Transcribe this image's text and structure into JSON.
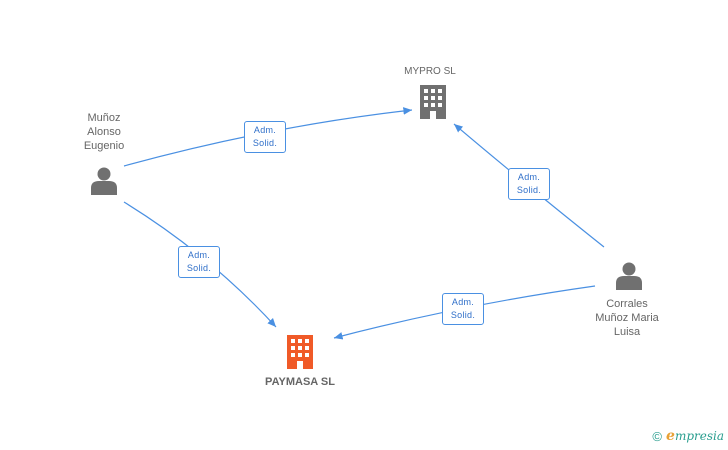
{
  "nodes": {
    "mypro": {
      "label": "MYPRO SL",
      "type": "company",
      "color": "#707070"
    },
    "paymasa": {
      "label": "PAYMASA SL",
      "type": "company",
      "color": "#f05a28"
    },
    "munoz": {
      "label": "Muñoz\nAlonso\nEugenio",
      "type": "person",
      "color": "#707070"
    },
    "corrales": {
      "label": "Corrales\nMuñoz Maria\nLuisa",
      "type": "person",
      "color": "#707070"
    }
  },
  "edges": [
    {
      "from": "munoz",
      "to": "mypro",
      "label": "Adm.\nSolid."
    },
    {
      "from": "munoz",
      "to": "paymasa",
      "label": "Adm.\nSolid."
    },
    {
      "from": "corrales",
      "to": "mypro",
      "label": "Adm.\nSolid."
    },
    {
      "from": "corrales",
      "to": "paymasa",
      "label": "Adm.\nSolid."
    }
  ],
  "footer": {
    "copyright_symbol": "©",
    "brand_initial": "e",
    "brand_rest": "mpresia"
  },
  "colors": {
    "edge": "#4a90e2",
    "label_text": "#2f6fc9"
  }
}
